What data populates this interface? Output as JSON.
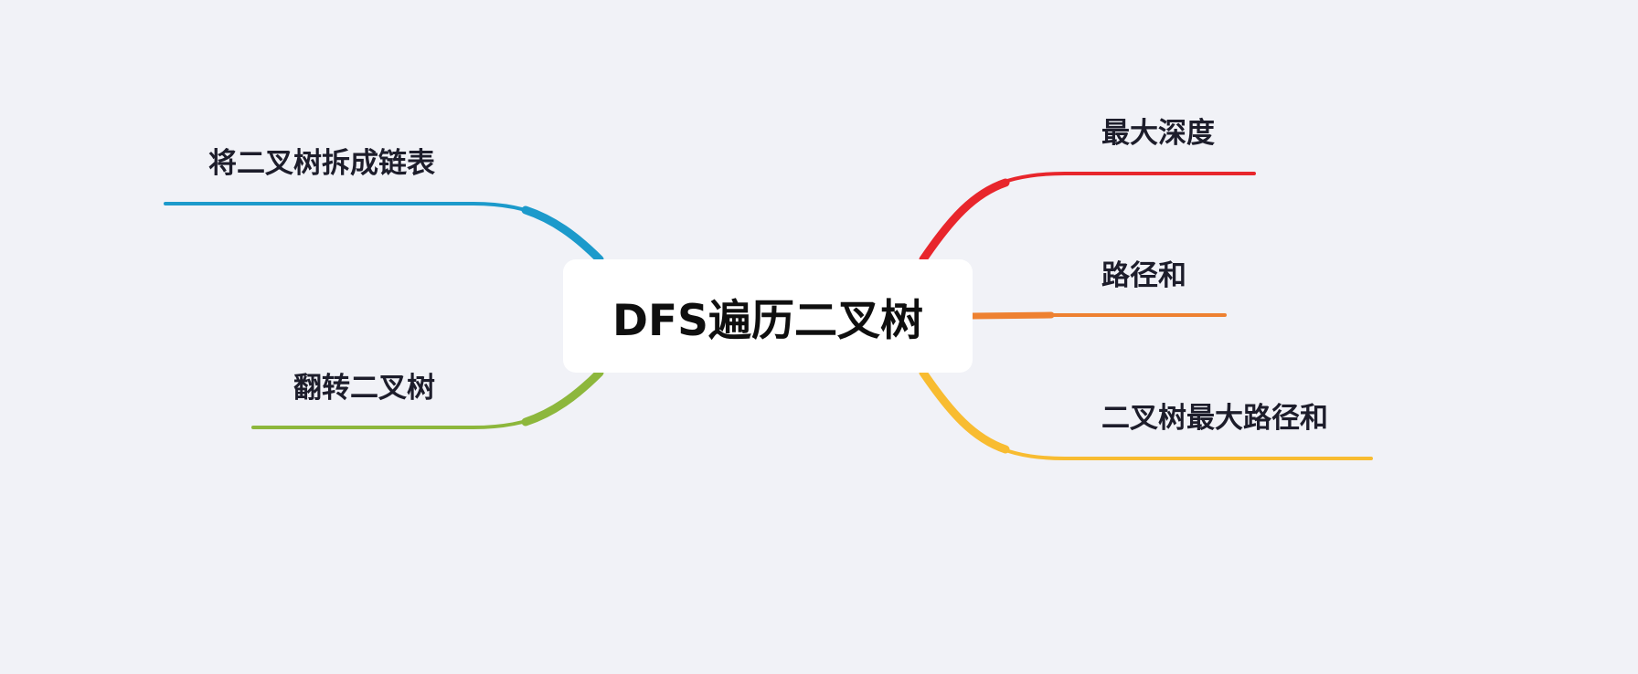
{
  "root": {
    "title": "DFS遍历二叉树"
  },
  "branches": [
    {
      "id": "max-depth",
      "label": "最大深度",
      "side": "right",
      "color": "#E8262C"
    },
    {
      "id": "path-sum",
      "label": "路径和",
      "side": "right",
      "color": "#EE8131"
    },
    {
      "id": "max-path-sum",
      "label": "二叉树最大路径和",
      "side": "right",
      "color": "#F8BC31"
    },
    {
      "id": "flatten",
      "label": "将二叉树拆成链表",
      "side": "left",
      "color": "#1C9ACB"
    },
    {
      "id": "invert",
      "label": "翻转二叉树",
      "side": "left",
      "color": "#8DB73C"
    }
  ]
}
